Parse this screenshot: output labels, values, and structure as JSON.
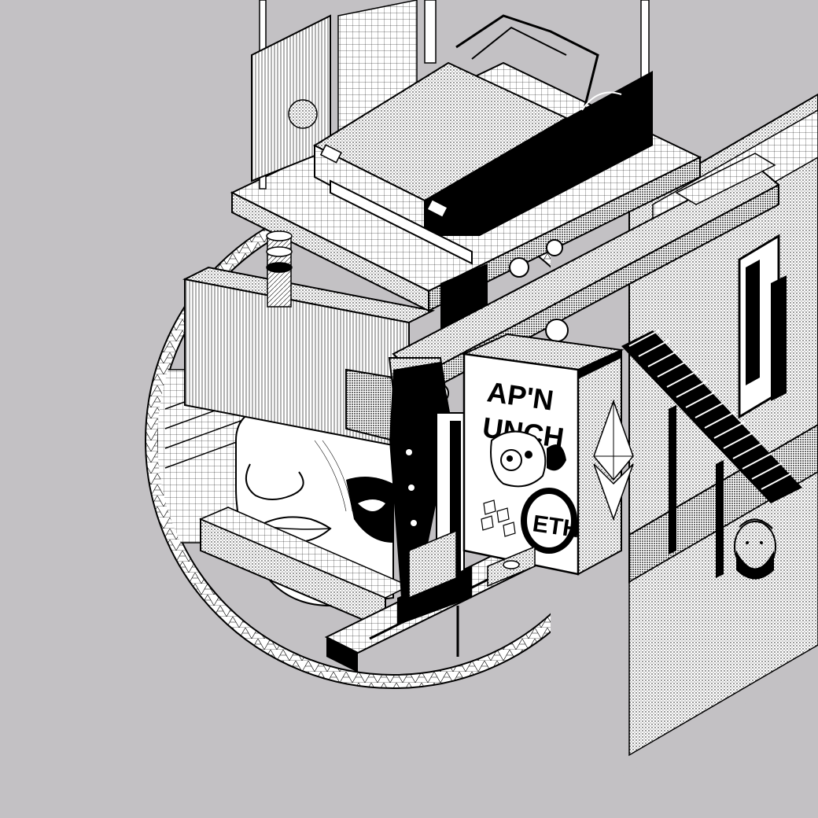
{
  "artwork": {
    "background_color": "#c3c1c4",
    "ink_color": "#000000",
    "paper_color": "#ffffff",
    "cereal_box": {
      "line1": "AP'N",
      "line2": "UNCH"
    },
    "token_badge": {
      "label": "ETH"
    },
    "icons": [
      "ethereum-diamond-icon",
      "woman-face",
      "man-head",
      "car-body"
    ]
  }
}
